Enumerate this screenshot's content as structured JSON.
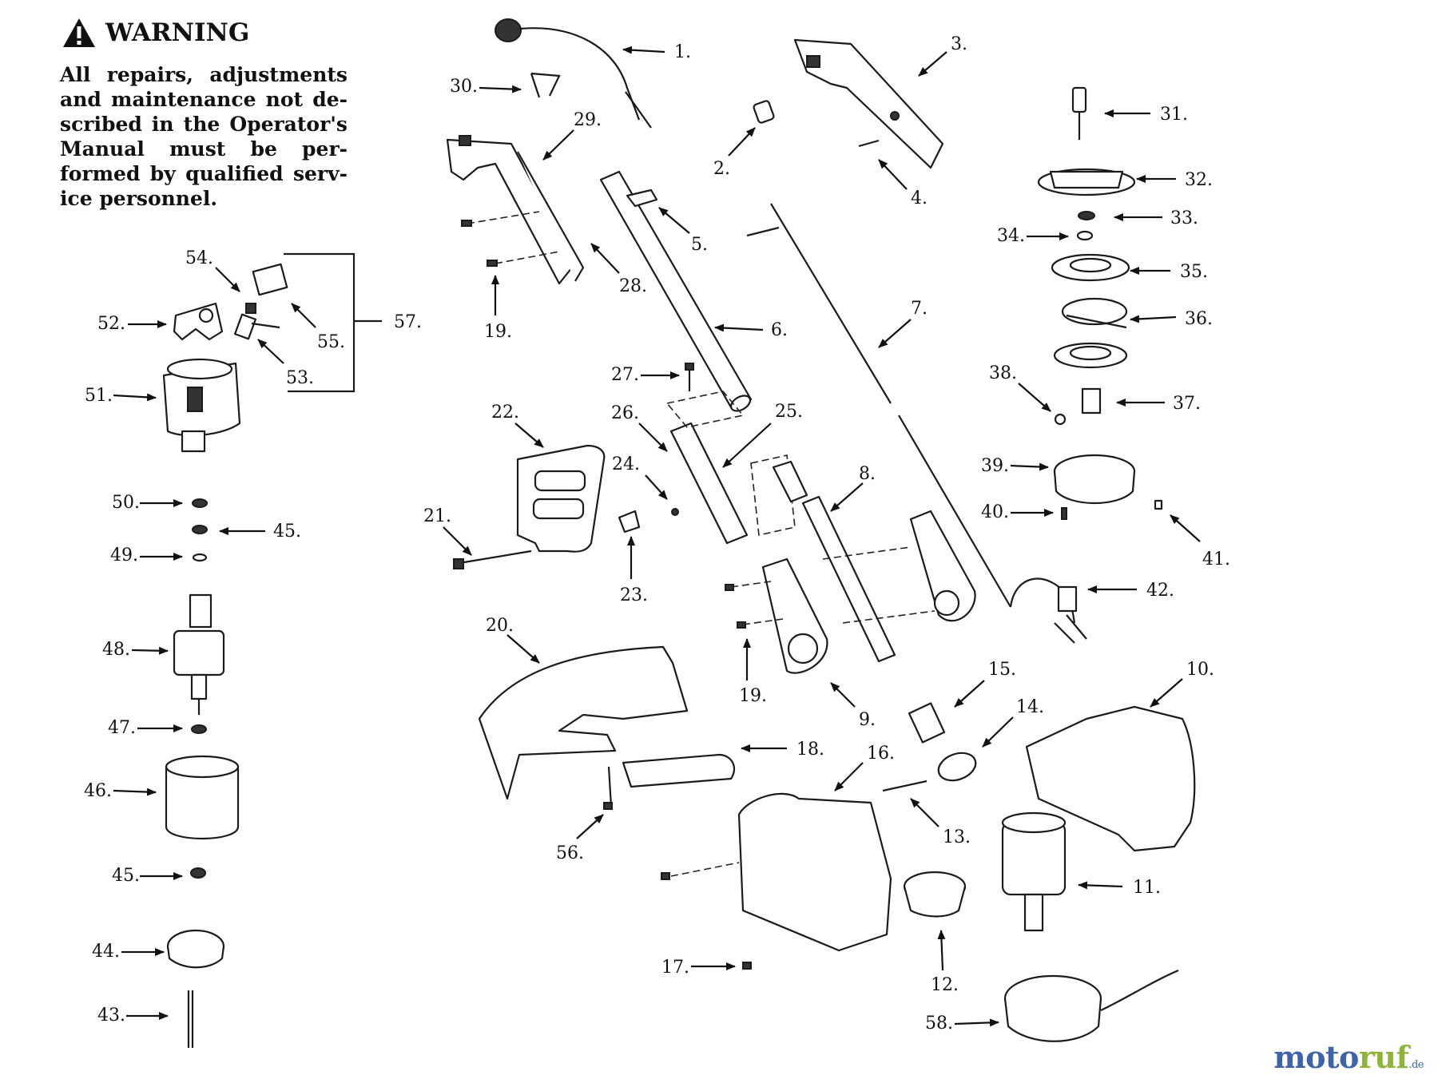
{
  "warning": {
    "title": "WARNING",
    "body": "All repairs, adjustments and maintenance not de-scribed in the Operator's Manual must be per-formed by qualified serv-ice personnel."
  },
  "logo": {
    "part1": "moto",
    "part2": "ruf",
    "part3": ".de",
    "color_blue": "#3f63a8",
    "color_green": "#8fb43a"
  },
  "part_labels": [
    "1.",
    "2.",
    "3.",
    "4.",
    "5.",
    "6.",
    "7.",
    "8.",
    "9.",
    "10.",
    "11.",
    "12.",
    "13.",
    "14.",
    "15.",
    "16.",
    "17.",
    "18.",
    "19.",
    "19.",
    "20.",
    "21.",
    "22.",
    "23.",
    "24.",
    "25.",
    "26.",
    "27.",
    "28.",
    "29.",
    "30.",
    "31.",
    "32.",
    "33.",
    "34.",
    "35.",
    "36.",
    "37.",
    "38.",
    "39.",
    "40.",
    "41.",
    "42.",
    "43.",
    "44.",
    "45.",
    "45.",
    "46.",
    "47.",
    "48.",
    "49.",
    "50.",
    "51.",
    "52.",
    "53.",
    "54.",
    "55.",
    "57.",
    "56.",
    "58."
  ]
}
